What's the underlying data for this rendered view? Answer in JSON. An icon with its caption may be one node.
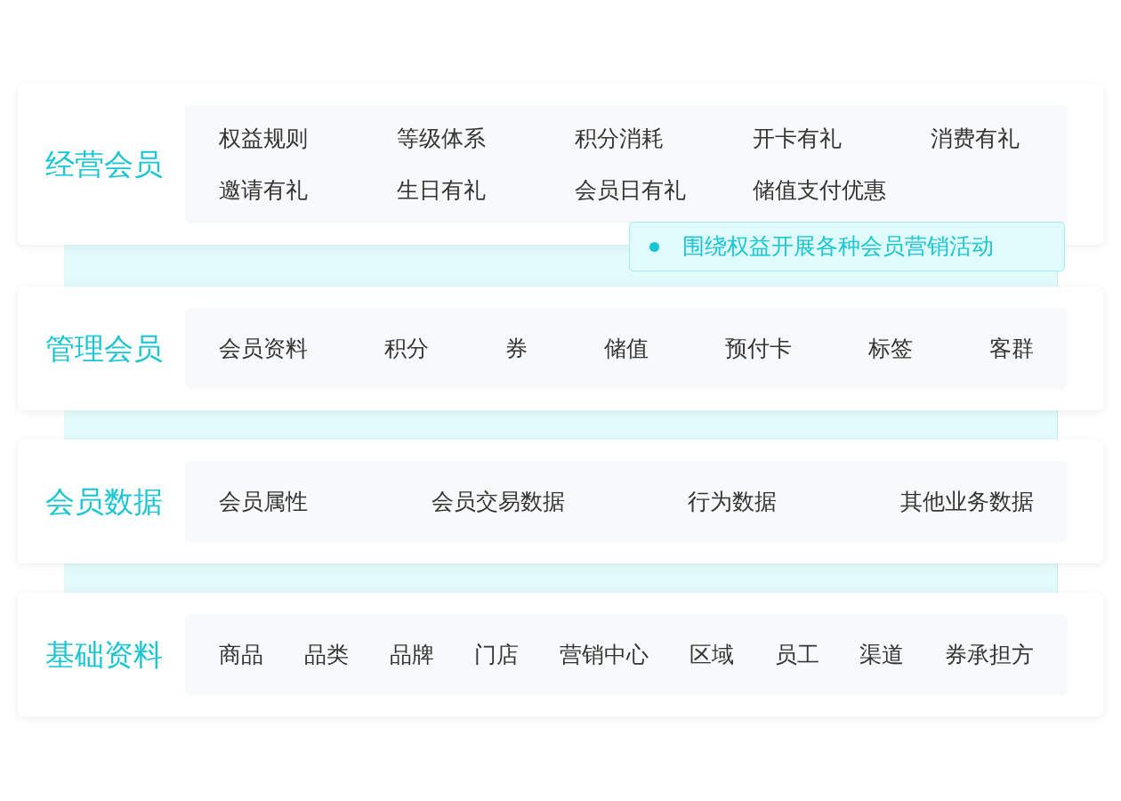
{
  "diagram": {
    "nodes": [
      {
        "text": [
          "经营会员"
        ]
      },
      {
        "text": [
          "权益规则",
          "等级体系",
          "积分消耗",
          "开卡有礼",
          "消费有礼",
          "邀请有礼",
          "生日有礼",
          "会员日有礼",
          "储值支付优惠"
        ],
        "in": 0
      },
      {
        "text": [
          "围绕权益开展各种会员营销活动"
        ]
      },
      {
        "text": [
          "管理会员"
        ]
      },
      {
        "text": [
          "会员资料",
          "积分",
          "券",
          "储值",
          "预付卡",
          "标签",
          "客群"
        ],
        "in": 3
      },
      {
        "text": [
          "会员数据"
        ]
      },
      {
        "text": [
          "会员属性",
          "会员交易数据",
          "行为数据",
          "其他业务数据"
        ],
        "in": 5
      },
      {
        "text": [
          "基础资料"
        ]
      },
      {
        "text": [
          "商品",
          "品类",
          "品牌",
          "门店",
          "营销中心",
          "区域",
          "员工",
          "渠道",
          "券承担方"
        ],
        "in": 7
      }
    ],
    "edges": []
  }
}
